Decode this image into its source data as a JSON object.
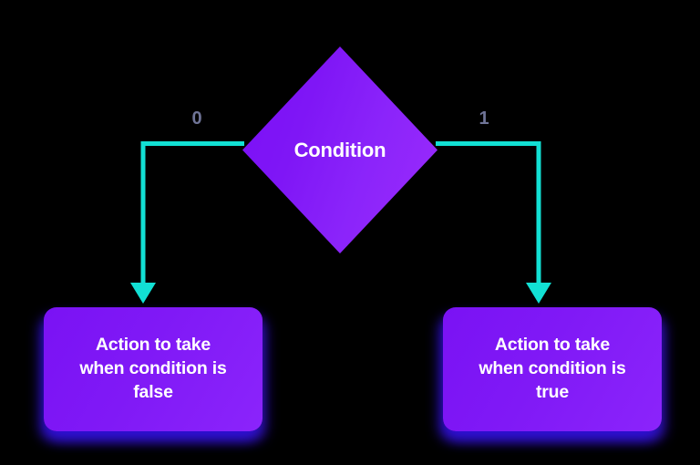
{
  "diagram": {
    "title": "Conditional branching flowchart",
    "background_color": "#000000",
    "accent_connector_color": "#12e0d4",
    "node_color_start": "#7b0ff5",
    "node_color_end": "#9b2bfc",
    "label_color": "#6f7497",
    "text_color": "#ffffff"
  },
  "decision": {
    "id": "condition",
    "shape": "diamond",
    "label": "Condition"
  },
  "branches": [
    {
      "id": "false-branch",
      "value_label": "0",
      "meaning": "false",
      "side": "left",
      "connector": "elbow-down-arrow"
    },
    {
      "id": "true-branch",
      "value_label": "1",
      "meaning": "true",
      "side": "right",
      "connector": "elbow-down-arrow"
    }
  ],
  "actions": [
    {
      "id": "action-false",
      "shape": "rounded-rectangle",
      "label": "Action to take\nwhen condition is\nfalse"
    },
    {
      "id": "action-true",
      "shape": "rounded-rectangle",
      "label": "Action to take\nwhen condition is\ntrue"
    }
  ]
}
